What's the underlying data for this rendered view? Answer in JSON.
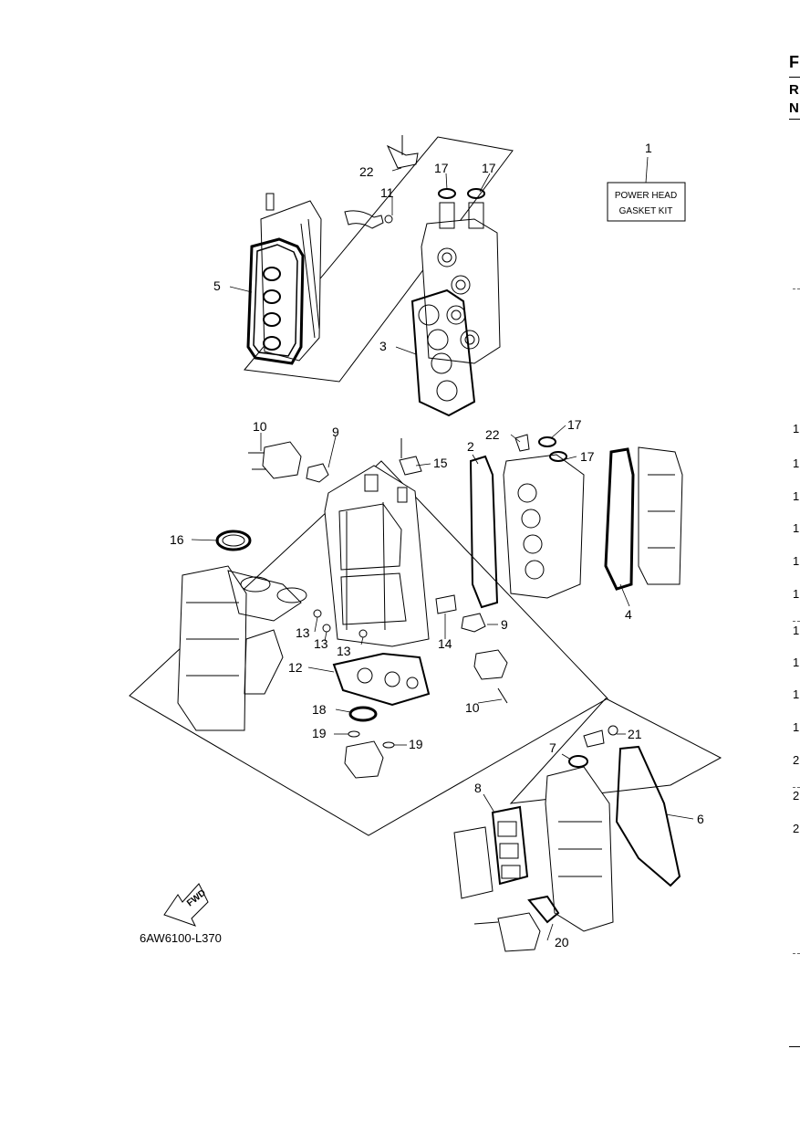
{
  "figure_id": "6AW6100-L370",
  "kit_label": {
    "line1": "POWER HEAD",
    "line2": "GASKET KIT"
  },
  "fwd_label": "FWD",
  "callouts": {
    "c1": "1",
    "c2": "2",
    "c3": "3",
    "c4": "4",
    "c5": "5",
    "c6": "6",
    "c7": "7",
    "c8": "8",
    "c9a": "9",
    "c9b": "9",
    "c10a": "10",
    "c10b": "10",
    "c11": "11",
    "c12": "12",
    "c13a": "13",
    "c13b": "13",
    "c13c": "13",
    "c14": "14",
    "c15": "15",
    "c16": "16",
    "c17a": "17",
    "c17b": "17",
    "c17c": "17",
    "c17d": "17",
    "c18": "18",
    "c19a": "19",
    "c19b": "19",
    "c20": "20",
    "c21": "21",
    "c22a": "22",
    "c22b": "22"
  },
  "right_edge": {
    "header": [
      "F",
      "R",
      "N"
    ],
    "numbers": [
      "1",
      "1",
      "1",
      "1",
      "1",
      "1",
      "1",
      "1",
      "1",
      "1",
      "2",
      "2",
      "2"
    ]
  },
  "colors": {
    "line": "#000000",
    "part_fill": "#ffffff",
    "shade": "#cfcfcf"
  }
}
